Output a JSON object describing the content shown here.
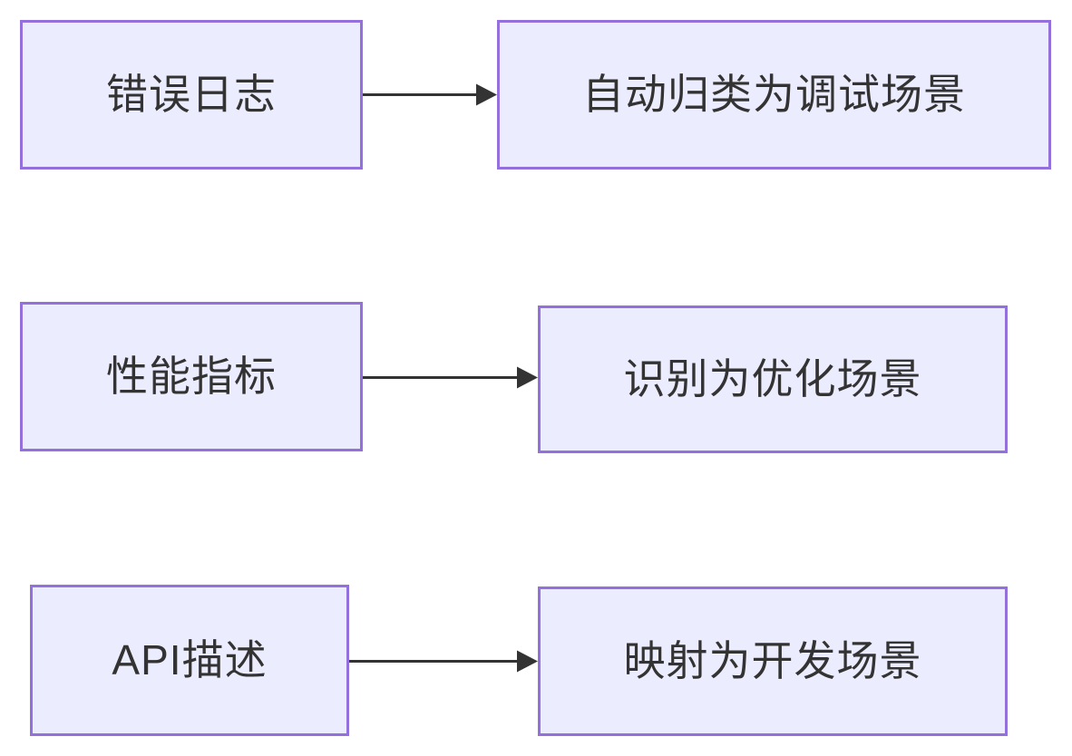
{
  "diagram": {
    "type": "flowchart-lr",
    "flows": [
      {
        "source": {
          "label": "错误日志"
        },
        "target": {
          "label": "自动归类为调试场景"
        }
      },
      {
        "source": {
          "label": "性能指标"
        },
        "target": {
          "label": "识别为优化场景"
        }
      },
      {
        "source": {
          "label": "API描述"
        },
        "target": {
          "label": "映射为开发场景"
        }
      }
    ]
  },
  "colors": {
    "bg": "#ffffff",
    "node_fill": "#ECECFF",
    "node_border": "#9370DB",
    "text_color": "#333333",
    "arrow_color": "#333333"
  }
}
